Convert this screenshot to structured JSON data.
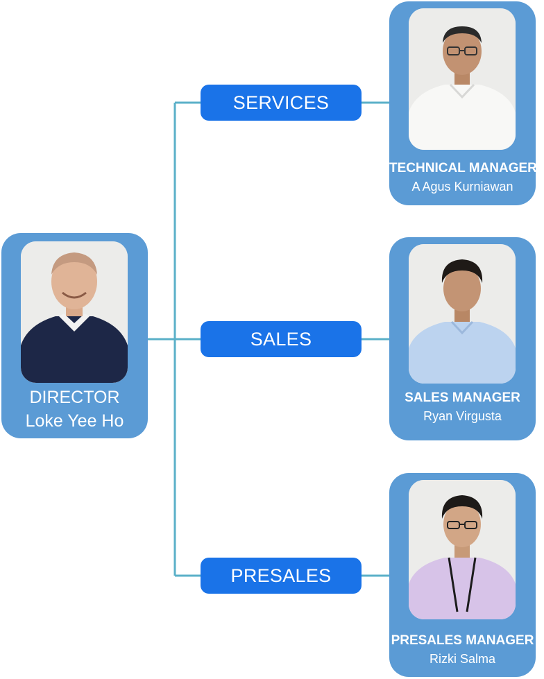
{
  "director": {
    "role": "DIRECTOR",
    "name": "Loke Yee Ho"
  },
  "departments": [
    {
      "label": "SERVICES"
    },
    {
      "label": "SALES"
    },
    {
      "label": "PRESALES"
    }
  ],
  "managers": [
    {
      "role": "TECHNICAL MANAGER",
      "name": "A Agus Kurniawan"
    },
    {
      "role": "SALES MANAGER",
      "name": "Ryan Virgusta"
    },
    {
      "role": "PRESALES MANAGER",
      "name": "Rizki Salma"
    }
  ],
  "colors": {
    "card": "#5b9bd5",
    "department": "#1a73e8",
    "connector": "#5ab0c8"
  }
}
